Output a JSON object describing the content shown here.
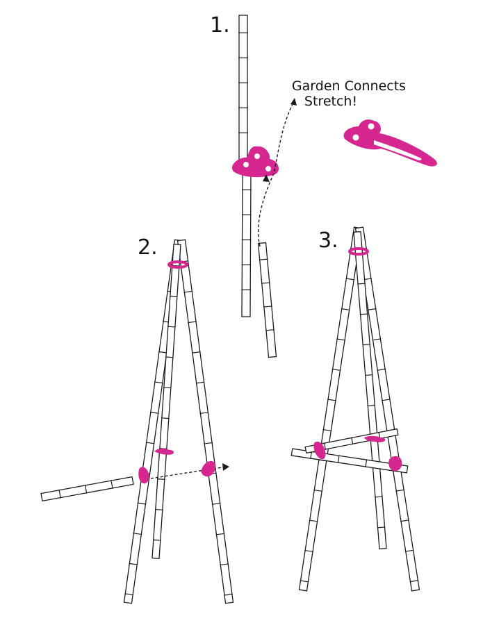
{
  "steps": [
    {
      "number": "1."
    },
    {
      "number": "2."
    },
    {
      "number": "3."
    }
  ],
  "caption": {
    "line1": "Garden Connects",
    "line2": "Stretch!"
  },
  "colors": {
    "accent": "#d6268f",
    "line": "#1a1a1a",
    "background": "#ffffff"
  },
  "icons": [
    "garden-connect-clip-icon",
    "stretched-clip-icon",
    "bamboo-cane-icon",
    "dashed-arrow-icon"
  ]
}
